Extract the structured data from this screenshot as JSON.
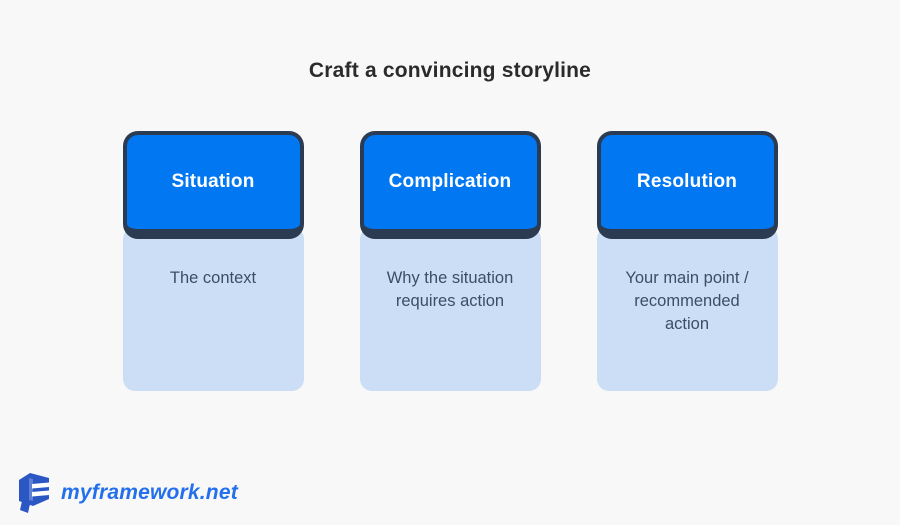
{
  "page": {
    "title": "Craft a convincing storyline"
  },
  "cards": [
    {
      "label": "Situation",
      "description": "The context"
    },
    {
      "label": "Complication",
      "description": "Why the situation requires action"
    },
    {
      "label": "Resolution",
      "description": "Your main point / recommended action"
    }
  ],
  "footer": {
    "brand": "myframework.net",
    "logo_icon": "cube-logo-icon"
  },
  "colors": {
    "background": "#f8f8f8",
    "header_blue": "#0277f2",
    "frame_navy": "#2b3b52",
    "body_light_blue": "#ccdef5",
    "body_text": "#3c4e66",
    "title_text": "#2b2b2b",
    "brand_blue": "#2470ec",
    "logo_blue": "#2b57c5"
  }
}
